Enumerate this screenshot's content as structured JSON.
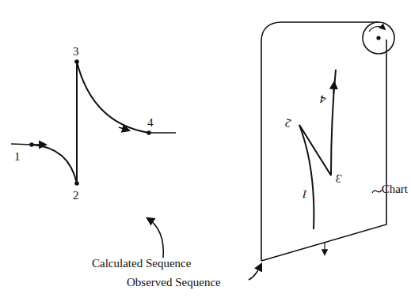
{
  "diagram": {
    "labels": [
      "1",
      "2",
      "3",
      "4",
      "Calculated Sequence",
      "Observed Sequence",
      "Chart",
      "1",
      "2",
      "3",
      "4"
    ]
  }
}
